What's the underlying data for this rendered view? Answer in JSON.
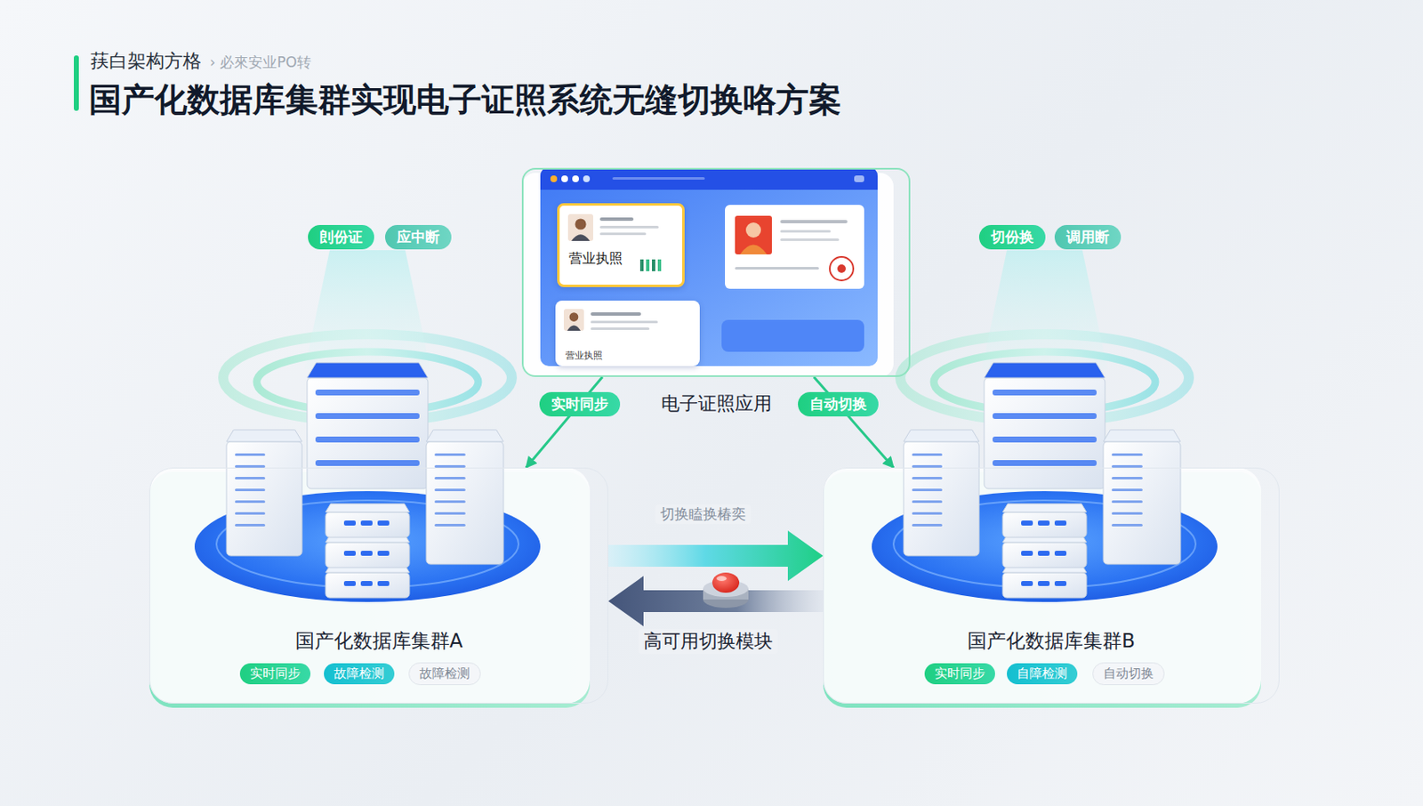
{
  "diagram": {
    "title": "国产化数据库集群实现电子证照系统无缝切换咯方案",
    "nodes": [
      {
        "text": [
          "电子证照应用"
        ]
      },
      {
        "text": [
          "营业执照"
        ],
        "in": 0
      },
      {
        "text": [
          "营业执照"
        ],
        "in": 0
      },
      {
        "text": [
          "剆份证"
        ]
      },
      {
        "text": [
          "应中断"
        ]
      },
      {
        "text": [
          "切份换"
        ]
      },
      {
        "text": [
          "调用断"
        ]
      },
      {
        "text": [
          "国产化数据库集群A"
        ]
      },
      {
        "text": [
          "实时同步"
        ],
        "in": 7
      },
      {
        "text": [
          "故障检测"
        ],
        "in": 7
      },
      {
        "text": [
          "故障检测"
        ],
        "in": 7
      },
      {
        "text": [
          "国产化数据库集群B"
        ]
      },
      {
        "text": [
          "实时同步"
        ],
        "in": 11
      },
      {
        "text": [
          "自障检测"
        ],
        "in": 11
      },
      {
        "text": [
          "自动切换"
        ],
        "in": 11
      }
    ],
    "edges": [
      {
        "from": 0,
        "to": 7,
        "arrow": "to",
        "label": "实时同步"
      },
      {
        "from": 0,
        "to": 11,
        "arrow": "to",
        "label": "自动切换"
      },
      {
        "from": 7,
        "to": 11,
        "arrow": "to",
        "label": "切换瞌换椿奕"
      },
      {
        "from": 11,
        "to": 7,
        "arrow": "to",
        "label": "高可用切换模块"
      }
    ],
    "labels": [
      "荴白架构方格",
      "› 必來安业PO转"
    ]
  }
}
